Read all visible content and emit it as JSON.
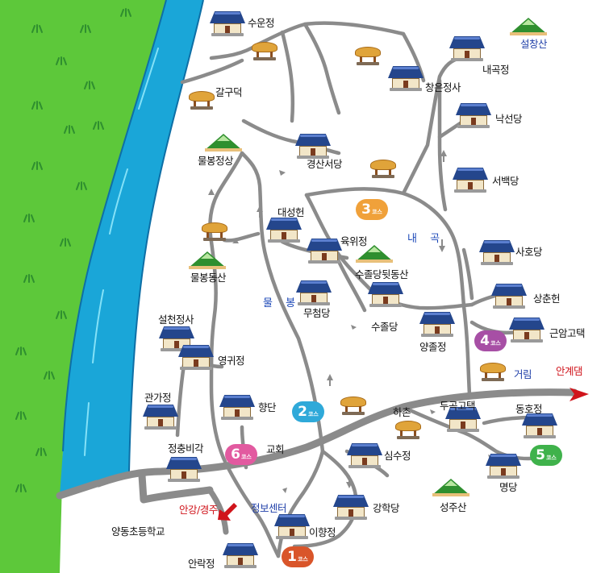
{
  "map": {
    "colors": {
      "field": "#5dc83a",
      "river": "#1aa6d8",
      "river_edge": "#0e6fa6",
      "road": "#8b8b8b",
      "route_label": "#1d49b8",
      "exit_arrow": "#d0141b"
    },
    "places": [
      {
        "id": "suunjeong",
        "label": "수운정",
        "icon": "hanok-house-icon"
      },
      {
        "id": "galgudeok",
        "label": "갈구덕",
        "icon": "pavilion-icon"
      },
      {
        "id": "mulbong-peak",
        "label": "물봉정상",
        "icon": "mountain-icon"
      },
      {
        "id": "mulbong-hill",
        "label": "물봉동산",
        "icon": "mountain-icon"
      },
      {
        "id": "gyeongsan",
        "label": "경산서당",
        "icon": "hanok-house-icon"
      },
      {
        "id": "daeseong",
        "label": "대성헌",
        "icon": "hanok-house-icon"
      },
      {
        "id": "yukwi",
        "label": "육위정",
        "icon": "hanok-house-icon"
      },
      {
        "id": "sujol-hill",
        "label": "수졸당뒷동산",
        "icon": "mountain-icon"
      },
      {
        "id": "mucheom",
        "label": "무첨당",
        "icon": "hanok-house-icon"
      },
      {
        "id": "sujol",
        "label": "수졸당",
        "icon": "hanok-house-icon"
      },
      {
        "id": "seolcheon",
        "label": "설천정사",
        "icon": "hanok-house-icon"
      },
      {
        "id": "yeonggwi",
        "label": "영귀정",
        "icon": "hanok-house-icon"
      },
      {
        "id": "gwanga",
        "label": "관가정",
        "icon": "hanok-house-icon"
      },
      {
        "id": "hyangdan",
        "label": "향단",
        "icon": "hanok-house-icon"
      },
      {
        "id": "jeongchung",
        "label": "정충비각",
        "icon": "hanok-house-icon"
      },
      {
        "id": "church",
        "label": "교회",
        "icon": ""
      },
      {
        "id": "simsu",
        "label": "심수정",
        "icon": "hanok-house-icon"
      },
      {
        "id": "ganghak",
        "label": "강학당",
        "icon": "hanok-house-icon"
      },
      {
        "id": "ihyang",
        "label": "이향정",
        "icon": "hanok-house-icon"
      },
      {
        "id": "anrak",
        "label": "안락정",
        "icon": "hanok-house-icon"
      },
      {
        "id": "school",
        "label": "양동초등학교",
        "icon": ""
      },
      {
        "id": "info",
        "label": "정보센터",
        "icon": ""
      },
      {
        "id": "hachon",
        "label": "하촌",
        "icon": "pavilion-icon"
      },
      {
        "id": "dugok",
        "label": "두곡고택",
        "icon": "hanok-house-icon"
      },
      {
        "id": "dongho",
        "label": "동호정",
        "icon": "hanok-house-icon"
      },
      {
        "id": "myeong",
        "label": "명당",
        "icon": "hanok-house-icon"
      },
      {
        "id": "seongju",
        "label": "성주산",
        "icon": "mountain-icon"
      },
      {
        "id": "georim",
        "label": "거림",
        "icon": "pavilion-icon"
      },
      {
        "id": "geunam",
        "label": "근암고택",
        "icon": "hanok-house-icon"
      },
      {
        "id": "sangchun",
        "label": "상춘헌",
        "icon": "hanok-house-icon"
      },
      {
        "id": "saho",
        "label": "사호당",
        "icon": "hanok-house-icon"
      },
      {
        "id": "yangjol",
        "label": "양졸정",
        "icon": "hanok-house-icon"
      },
      {
        "id": "seobaek",
        "label": "서백당",
        "icon": "hanok-house-icon"
      },
      {
        "id": "nakseon",
        "label": "낙선당",
        "icon": "hanok-house-icon"
      },
      {
        "id": "changeun",
        "label": "창은정사",
        "icon": "hanok-house-icon"
      },
      {
        "id": "naegok-jeong",
        "label": "내곡정",
        "icon": "hanok-house-icon"
      },
      {
        "id": "seolchang",
        "label": "설창산",
        "icon": "mountain-icon"
      }
    ],
    "areas": {
      "naegok": "내 곡",
      "mulbong": "물 봉"
    },
    "exits": {
      "angye": "안계댐",
      "angang": "안강/경주"
    },
    "courses": [
      {
        "n": "1",
        "suffix": "코스",
        "color": "#d9552a"
      },
      {
        "n": "2",
        "suffix": "코스",
        "color": "#2fa9d9"
      },
      {
        "n": "3",
        "suffix": "코스",
        "color": "#f0a13a"
      },
      {
        "n": "4",
        "suffix": "코스",
        "color": "#a74fa5"
      },
      {
        "n": "5",
        "suffix": "코스",
        "color": "#3fb24b"
      },
      {
        "n": "6",
        "suffix": "코스",
        "color": "#e25aa0"
      }
    ]
  }
}
